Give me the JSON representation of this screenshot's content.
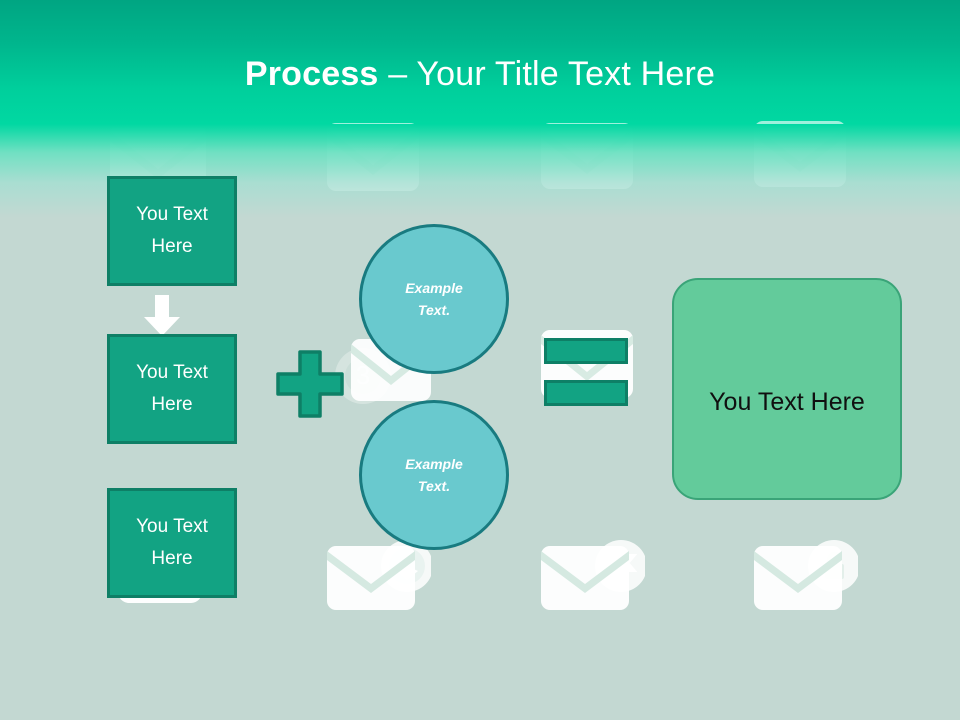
{
  "slide": {
    "title": {
      "bold_part": "Process",
      "dash": " – ",
      "normal_part": "Your Title Text Here",
      "full": "Process – Your Title Text Here"
    },
    "theme": {
      "header_green_top": "#00a582",
      "header_green_bottom": "#01d8a2",
      "body_mint": "#c3d8d2",
      "box_teal_fill": "#12a383",
      "box_teal_border": "#0e7f66",
      "circle_fill": "#69c9ce",
      "circle_border": "#197b80",
      "result_fill": "#63cb9b",
      "result_border": "#3aa478",
      "title_color": "#ffffff",
      "result_text_color": "#101010"
    }
  },
  "left_stack": {
    "boxes": [
      {
        "line1": "You Text",
        "line2": "Here"
      },
      {
        "line1": "You Text",
        "line2": "Here"
      },
      {
        "line1": "You Text",
        "line2": "Here"
      }
    ],
    "connector_icon": "arrow-down-icon"
  },
  "operators": {
    "plus": "plus-icon",
    "equals": "equals-icon"
  },
  "circles": [
    {
      "line1": "Example",
      "line2": "Text."
    },
    {
      "line1": "Example",
      "line2": "Text."
    }
  ],
  "result": {
    "label": "You Text Here"
  },
  "watermarks": {
    "top_row": [
      "envelope-icon",
      "envelope-icon",
      "envelope-icon",
      "envelope-icon"
    ],
    "middle_row": [
      "envelope-badge-icon",
      "envelope-icon"
    ],
    "bottom_row": [
      "envelope-clock-icon",
      "envelope-flag-icon",
      "envelope-lock-icon"
    ]
  }
}
